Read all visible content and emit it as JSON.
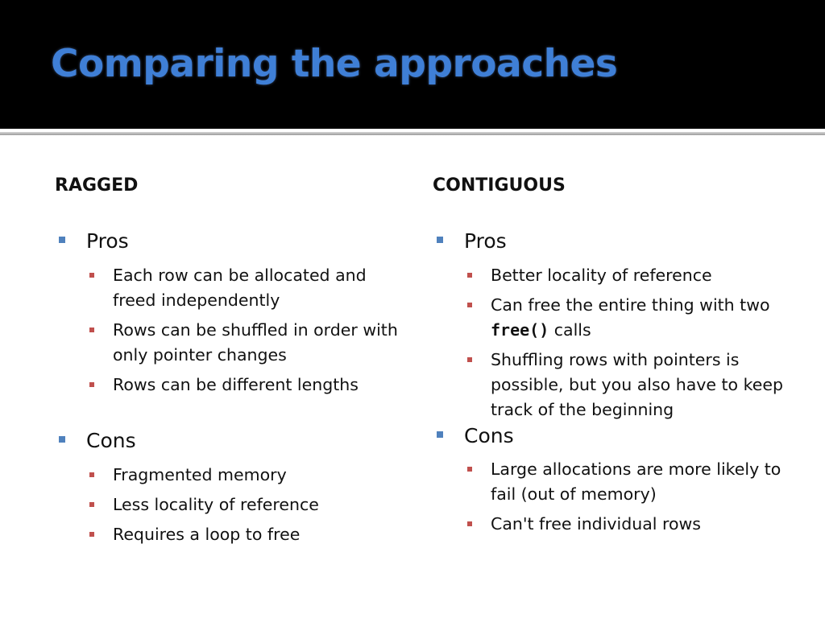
{
  "title": "Comparing the approaches",
  "colors": {
    "title_bar": "#000000",
    "title_text": "#3f7fd6",
    "level1_bullet": "#4f81bd",
    "level2_bullet": "#c0504d"
  },
  "left": {
    "heading": "RAGGED",
    "pros_label": "Pros",
    "pros": [
      "Each row can be allocated and freed independently",
      "Rows can be shuffled in order with only pointer changes",
      "Rows can be different lengths"
    ],
    "cons_label": "Cons",
    "cons": [
      "Fragmented memory",
      "Less locality of reference",
      "Requires a loop to free"
    ]
  },
  "right": {
    "heading": "CONTIGUOUS",
    "pros_label": "Pros",
    "pros": {
      "item0": "Better locality of reference",
      "item1_pre": "Can free the entire thing with two ",
      "item1_code": "free()",
      "item1_post": " calls",
      "item2": "Shuffling rows with pointers is possible, but you also have to keep track of the beginning"
    },
    "cons_label": "Cons",
    "cons": [
      "Large allocations are more likely to fail (out of memory)",
      "Can't free individual rows"
    ]
  }
}
